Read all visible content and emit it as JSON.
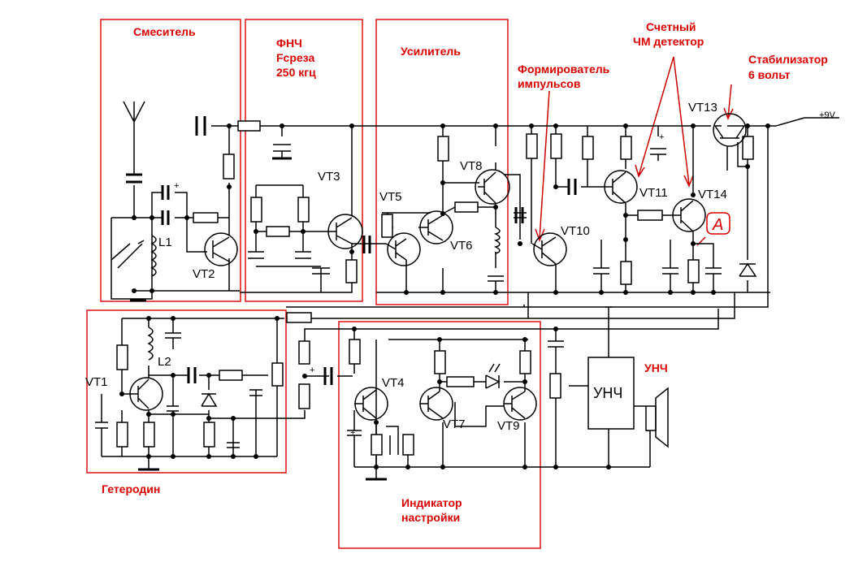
{
  "blocks": {
    "mixer": "Смеситель",
    "lpf_line1": "ФНЧ",
    "lpf_line2": "Fсреза",
    "lpf_line3": "250 кгц",
    "amplifier": "Усилитель",
    "pulse_former_line1": "Формирователь",
    "pulse_former_line2": "импульсов",
    "fm_detector_line1": "Счетный",
    "fm_detector_line2": "ЧМ детектор",
    "stabilizer_line1": "Стабилизатор",
    "stabilizer_line2": "6 вольт",
    "local_oscillator": "Гетеродин",
    "tuning_indicator_line1": "Индикатор",
    "tuning_indicator_line2": "настройки",
    "audio_amp_header": "УНЧ",
    "audio_amp_block": "УНЧ"
  },
  "components": {
    "vt1": "VT1",
    "vt2": "VT2",
    "vt3": "VT3",
    "vt4": "VT4",
    "vt5": "VT5",
    "vt6": "VT6",
    "vt7": "VT7",
    "vt8": "VT8",
    "vt9": "VT9",
    "vt10": "VT10",
    "vt11": "VT11",
    "vt13": "VT13",
    "vt14": "VT14",
    "l1": "L1",
    "l2": "L2"
  },
  "supply": "+9V",
  "test_point": "A",
  "colors": {
    "annotation": "#d00000",
    "wire": "#000000",
    "background": "#ffffff"
  }
}
